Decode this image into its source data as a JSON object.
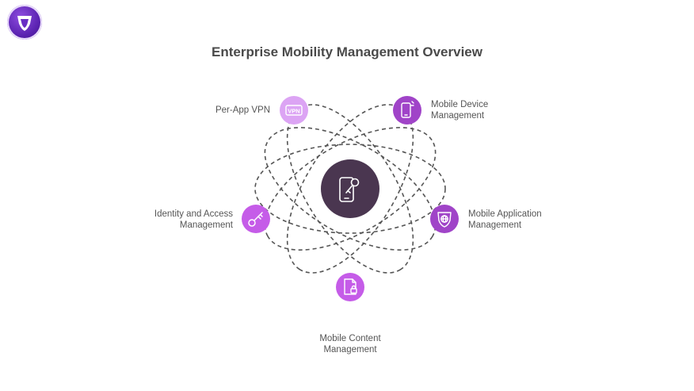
{
  "title": "Enterprise Mobility Management Overview",
  "colors": {
    "center": "#4a3650",
    "dark_purple": "#a044c8",
    "light_purple": "#dca4f4",
    "bright_purple": "#c55ce8",
    "orbit": "#555555",
    "text": "#555555"
  },
  "nodes": [
    {
      "id": "per-app-vpn",
      "line1": "Per-App VPN",
      "line2": "",
      "icon": "vpn-icon"
    },
    {
      "id": "mobile-device-management",
      "line1": "Mobile Device",
      "line2": "Management",
      "icon": "phone-tools-icon"
    },
    {
      "id": "identity-access-management",
      "line1": "Identity and Access",
      "line2": "Management",
      "icon": "key-icon"
    },
    {
      "id": "mobile-application-management",
      "line1": "Mobile Application",
      "line2": "Management",
      "icon": "shield-globe-icon"
    },
    {
      "id": "mobile-content-management",
      "line1": "Mobile Content",
      "line2": "Management",
      "icon": "document-lock-icon"
    }
  ],
  "center_icon": "phone-key-icon"
}
